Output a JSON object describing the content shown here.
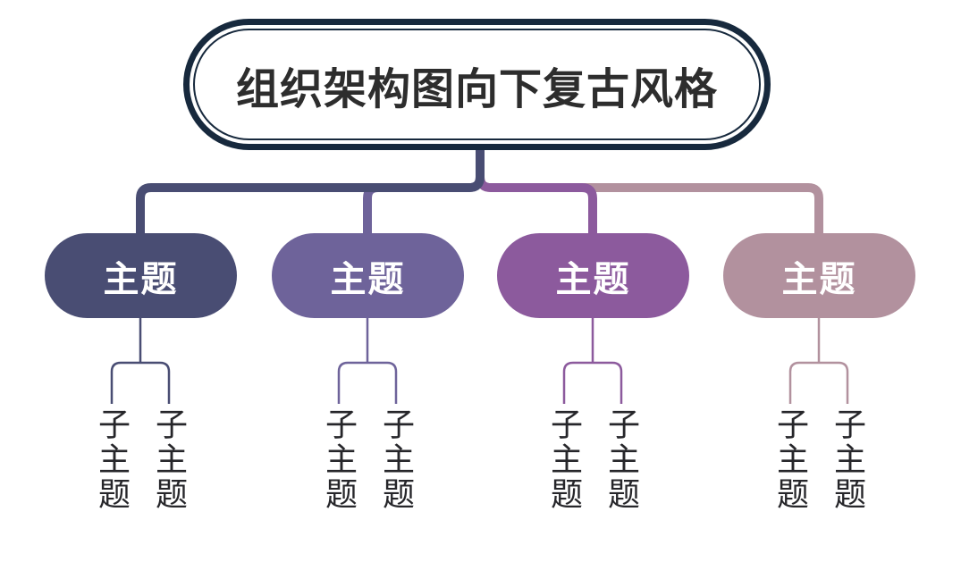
{
  "diagram": {
    "background": "#ffffff",
    "root": {
      "label": "组织架构图向下复古风格",
      "border_color": "#17293d",
      "text_color": "#2d2d2d"
    },
    "branches": [
      {
        "label": "主题",
        "color": "#494d73",
        "children": [
          {
            "label": "子主题"
          },
          {
            "label": "子主题"
          }
        ]
      },
      {
        "label": "主题",
        "color": "#6e639a",
        "children": [
          {
            "label": "子主题"
          },
          {
            "label": "子主题"
          }
        ]
      },
      {
        "label": "主题",
        "color": "#8c5a9d",
        "children": [
          {
            "label": "子主题"
          },
          {
            "label": "子主题"
          }
        ]
      },
      {
        "label": "主题",
        "color": "#b2919e",
        "children": [
          {
            "label": "子主题"
          },
          {
            "label": "子主题"
          }
        ]
      }
    ],
    "node_text_color": "#ffffff",
    "subtopic_text_color": "#26262a"
  }
}
